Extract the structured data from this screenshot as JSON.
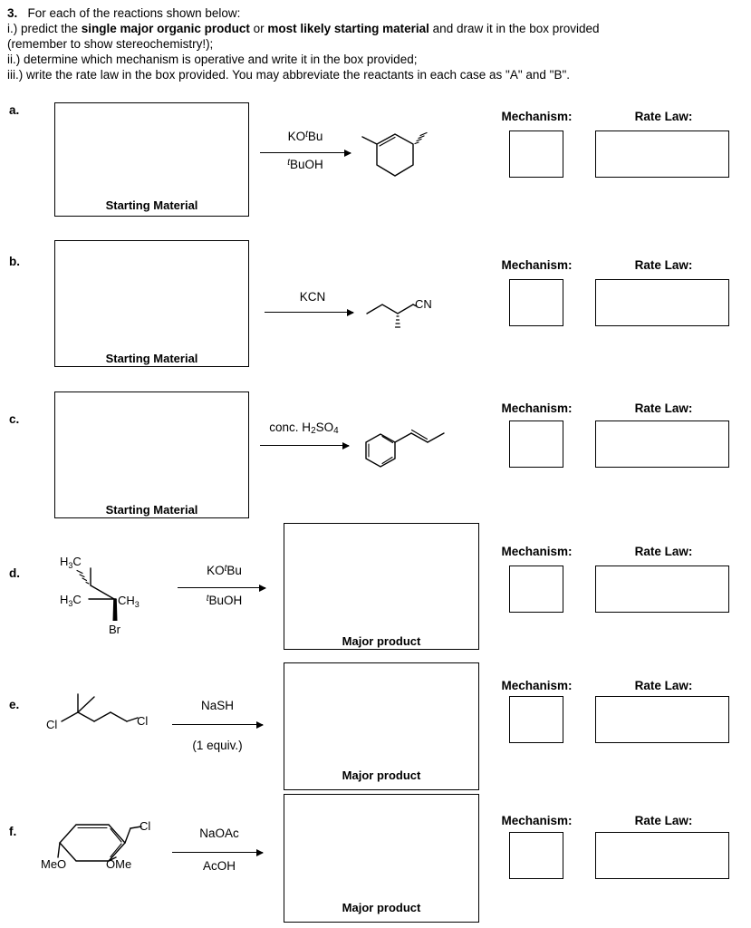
{
  "instructions": {
    "number": "3.",
    "line1": "For each of the reactions shown below:",
    "line2_prefix": "i.)  predict the ",
    "line2_b1": "single major organic product",
    "line2_mid": " or ",
    "line2_b2": "most likely starting material",
    "line2_suffix": " and draw it in the box provided",
    "line3": "(remember to show stereochemistry!);",
    "line4": "ii.)  determine which mechanism is operative and write it in the box provided;",
    "line5": "iii.) write the rate law in the box provided. You may abbreviate the reactants in each case as \"A\" and \"B\"."
  },
  "columns": {
    "mechanism": "Mechanism:",
    "rate_law": "Rate Law:"
  },
  "captions": {
    "starting_material": "Starting Material",
    "major_product": "Major product"
  },
  "rows": [
    {
      "letter": "a.",
      "draw_side": "left",
      "reagent_top": "KOtBu",
      "reagent_bottom": "tBuOH",
      "product_desc": "methyl-cyclohexene with wedge/hash methyl"
    },
    {
      "letter": "b.",
      "draw_side": "left",
      "reagent_top": "KCN",
      "reagent_bottom": "",
      "product_desc": "nitrile chain with hashed stereocenter",
      "product_label": "CN"
    },
    {
      "letter": "c.",
      "draw_side": "left",
      "reagent_top": "conc. H2SO4",
      "reagent_bottom": "",
      "product_desc": "beta-methylstyrene (trans propenylbenzene)"
    },
    {
      "letter": "d.",
      "draw_side": "right",
      "reagent_top": "KOtBu",
      "reagent_bottom": "tBuOH",
      "sm_labels": [
        "H3C",
        "H3C",
        "CH3",
        "Br"
      ]
    },
    {
      "letter": "e.",
      "draw_side": "right",
      "reagent_top": "NaSH",
      "reagent_bottom": "(1 equiv.)",
      "sm_labels": [
        "Cl",
        "Cl"
      ]
    },
    {
      "letter": "f.",
      "draw_side": "right",
      "reagent_top": "NaOAc",
      "reagent_bottom": "AcOH",
      "sm_labels": [
        "MeO",
        "OMe",
        "Cl"
      ]
    }
  ]
}
